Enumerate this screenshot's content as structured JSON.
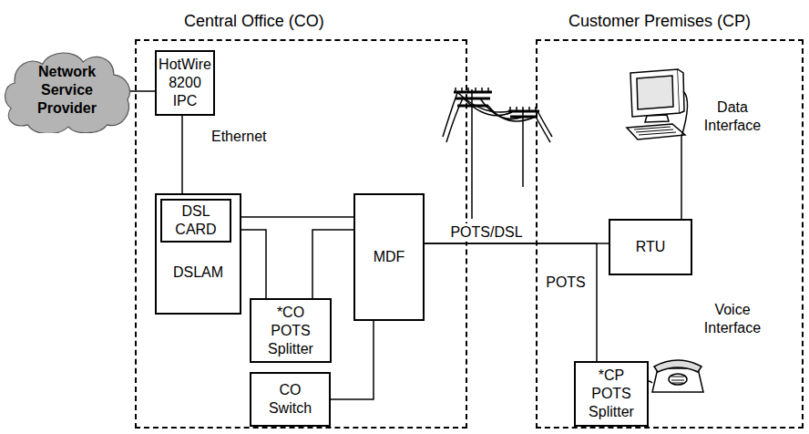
{
  "diagram": {
    "nodes": [
      {
        "text": [
          "Central Office (CO)"
        ]
      },
      {
        "text": [
          "Customer Premises (CP)"
        ]
      },
      {
        "text": [
          "Network Service Provider"
        ]
      },
      {
        "text": [
          "HotWire 8200 IPC"
        ],
        "in": 0
      },
      {
        "text": [
          "DSLAM"
        ],
        "in": 0
      },
      {
        "text": [
          "DSL CARD"
        ],
        "in": 4
      },
      {
        "text": [
          "*CO POTS Splitter"
        ],
        "in": 0
      },
      {
        "text": [
          "MDF"
        ],
        "in": 0
      },
      {
        "text": [
          "CO Switch"
        ],
        "in": 0
      },
      {
        "text": [
          "RTU"
        ],
        "in": 1
      },
      {
        "text": [
          "*CP POTS Splitter"
        ],
        "in": 1
      }
    ],
    "edges": [
      {
        "from": 2,
        "to": 3,
        "arrow": "none"
      },
      {
        "from": 3,
        "to": 4,
        "label": "Ethernet",
        "arrow": "none"
      },
      {
        "from": 5,
        "to": 7,
        "arrow": "none"
      },
      {
        "from": 4,
        "to": 6,
        "arrow": "none"
      },
      {
        "from": 6,
        "to": 7,
        "arrow": "none"
      },
      {
        "from": 8,
        "to": 7,
        "arrow": "none"
      },
      {
        "from": 7,
        "to": 9,
        "label": "POTS/DSL",
        "arrow": "none"
      },
      {
        "from": 7,
        "to": 10,
        "label": "POTS",
        "arrow": "none"
      }
    ],
    "labels": [
      "Data Interface",
      "Voice Interface"
    ]
  }
}
